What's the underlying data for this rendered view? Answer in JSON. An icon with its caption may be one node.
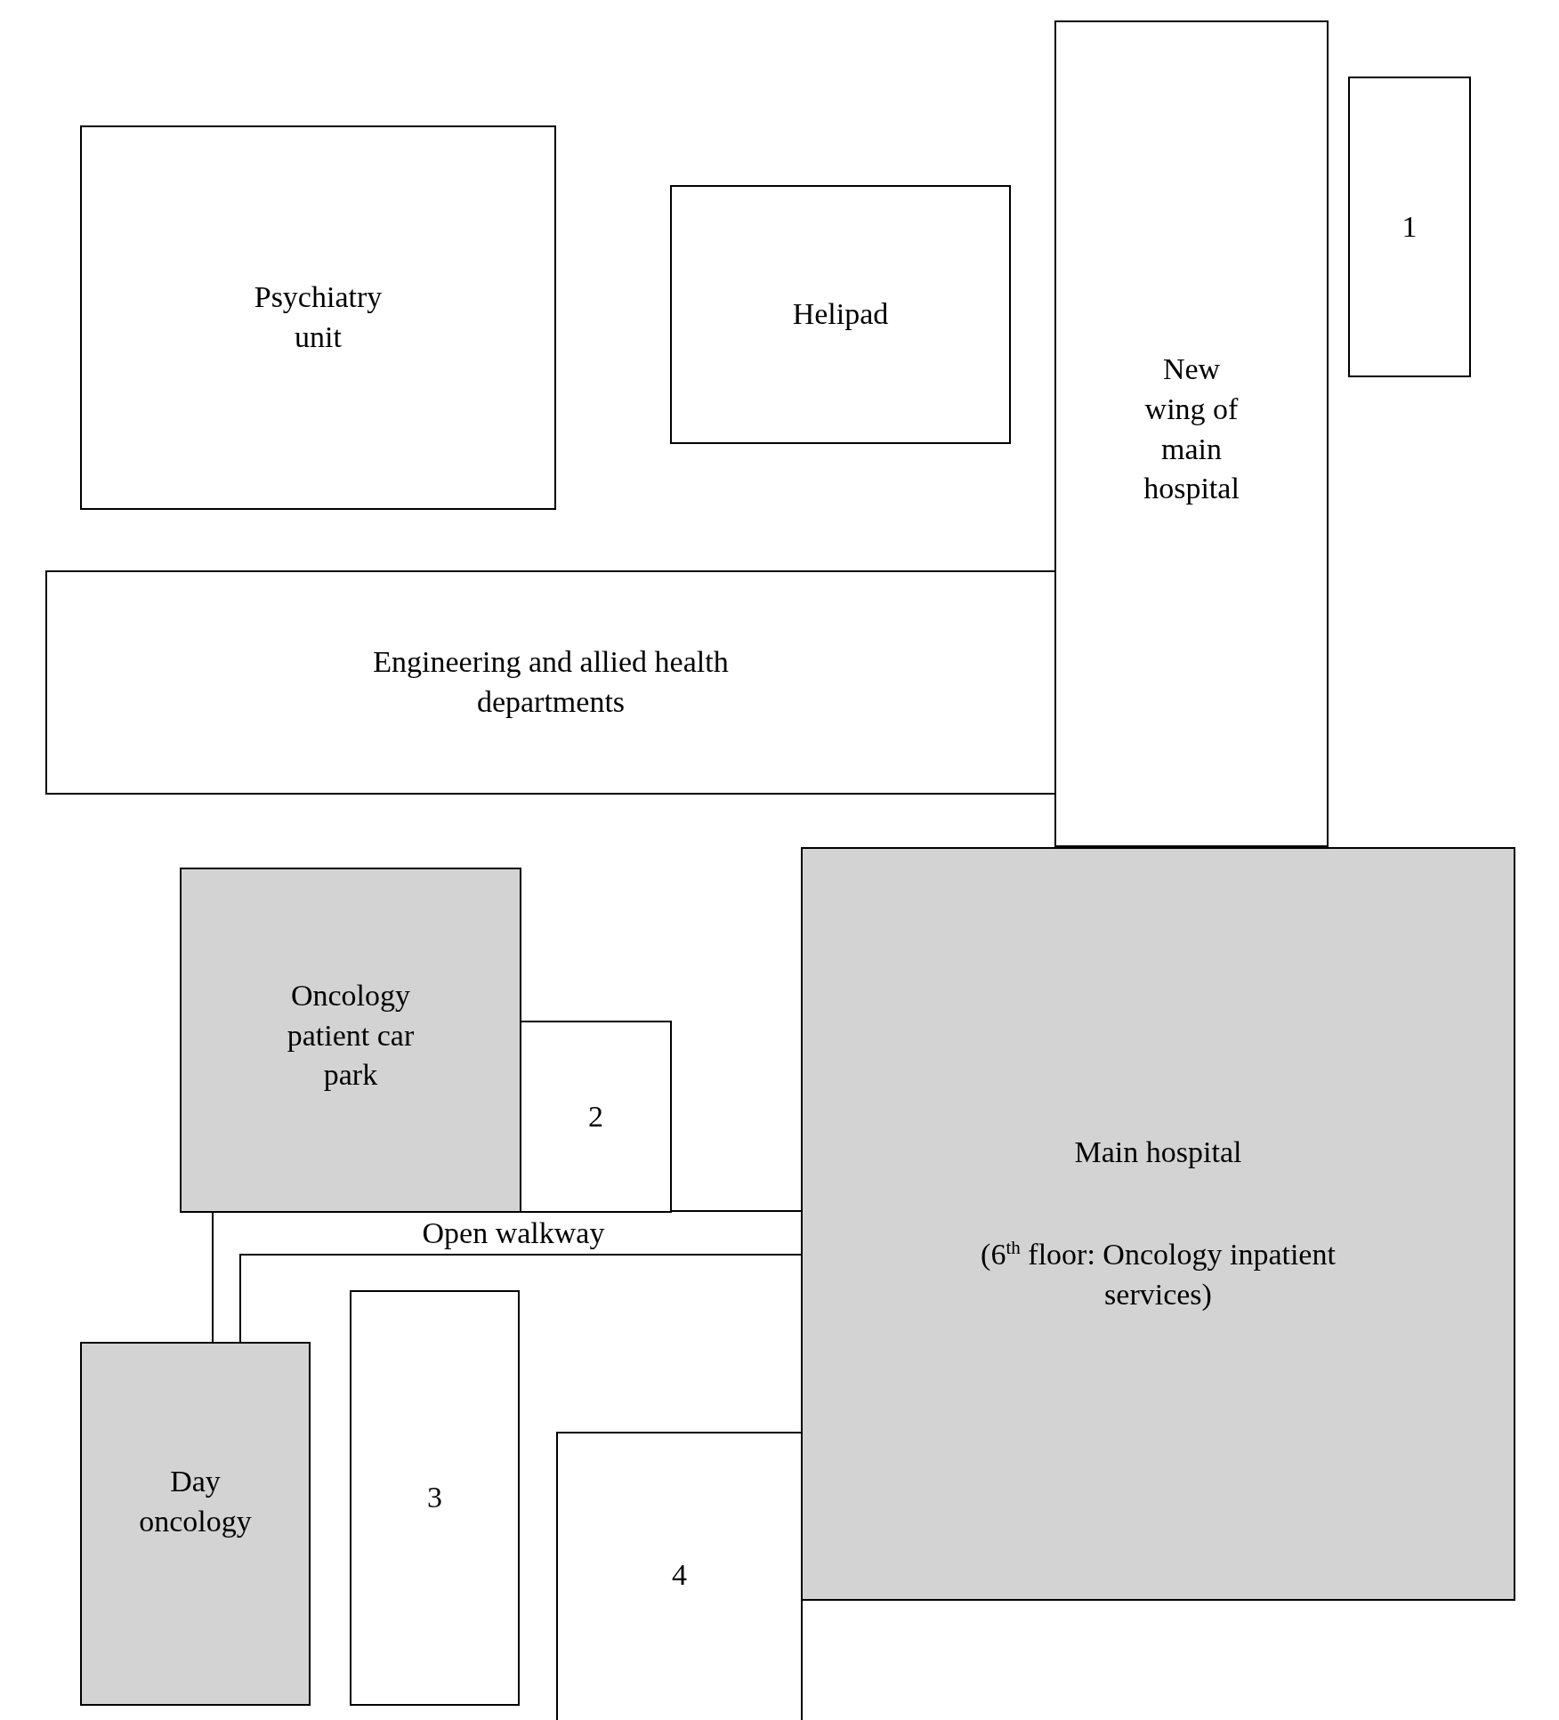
{
  "diagram": {
    "nodes": [
      {
        "text": [
          "Psychiatry unit"
        ]
      },
      {
        "text": [
          "Helipad"
        ]
      },
      {
        "text": [
          "New wing of main hospital"
        ]
      },
      {
        "text": [
          "1"
        ]
      },
      {
        "text": [
          "Engineering and allied health departments"
        ]
      },
      {
        "text": [
          "Oncology patient car park"
        ]
      },
      {
        "text": [
          "2"
        ]
      },
      {
        "text": [
          "Main hospital",
          "(6$^{th}$ floor: Oncology inpatient services)"
        ]
      },
      {
        "text": [
          "Open walkway"
        ]
      },
      {
        "text": [
          "Day oncology"
        ]
      },
      {
        "text": [
          "3"
        ]
      },
      {
        "text": [
          "4"
        ]
      }
    ]
  }
}
